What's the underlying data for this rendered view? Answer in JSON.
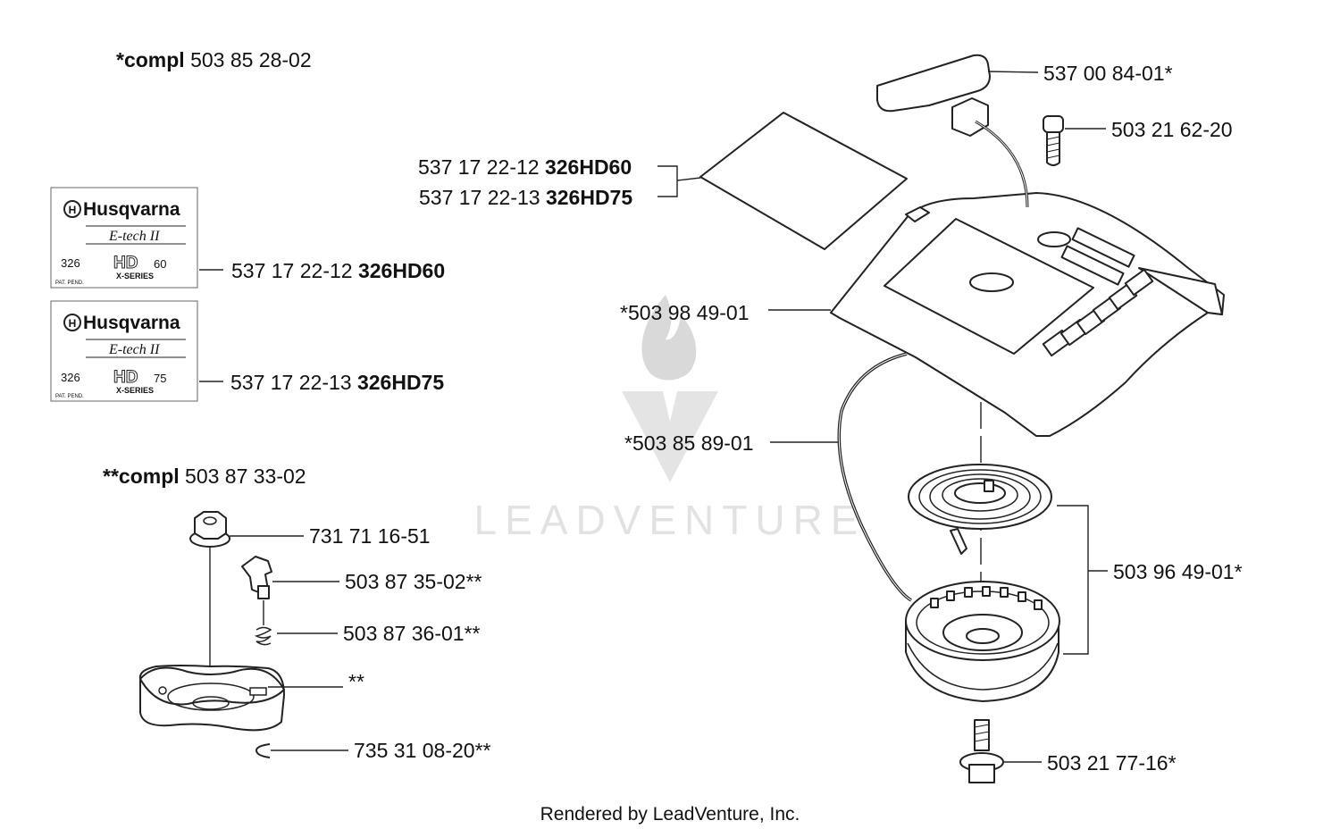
{
  "heading_1": {
    "bold": "*compl",
    "rest": " 503 85 28-02"
  },
  "heading_2": {
    "bold": "**compl",
    "rest": " 503 87 33-02"
  },
  "decals": [
    {
      "brand": "Husqvarna",
      "line": "E-tech II",
      "prefix": "326",
      "model_hd": "HD",
      "model_num": "60",
      "series": "X-SERIES",
      "pat": "PAT. PEND."
    },
    {
      "brand": "Husqvarna",
      "line": "E-tech II",
      "prefix": "326",
      "model_hd": "HD",
      "model_num": "75",
      "series": "X-SERIES",
      "pat": "PAT. PEND."
    }
  ],
  "labels": {
    "handle": "537 00 84-01*",
    "screw_top": "503 21 62-20",
    "sticker_1_num": "537 17 22-12 ",
    "sticker_1_model": "326HD60",
    "sticker_2_num": "537 17 22-13 ",
    "sticker_2_model": "326HD75",
    "decal_1_num": "537 17 22-12 ",
    "decal_1_model": "326HD60",
    "decal_2_num": "537 17 22-13 ",
    "decal_2_model": "326HD75",
    "cover": "*503 98 49-01",
    "rope": "*503 85 89-01",
    "spring_pulley": "503 96 49-01*",
    "bolt": "503 21 77-16*",
    "nut": "731 71 16-51",
    "pawl": "503 87 35-02**",
    "spring_small": "503 87 36-01**",
    "hub": "**",
    "clip": "735 31 08-20**"
  },
  "watermark": "LEADVENTURE",
  "footer": "Rendered by LeadVenture, Inc."
}
